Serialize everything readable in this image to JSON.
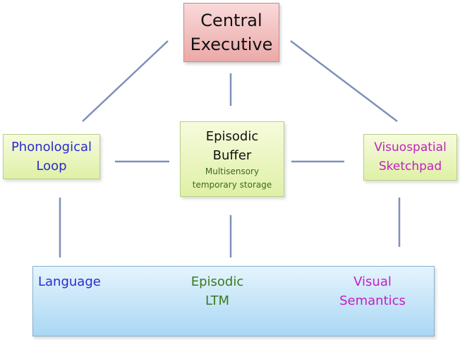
{
  "central_executive": {
    "lines": [
      "Central",
      "Executive"
    ]
  },
  "phonological_loop": {
    "lines": [
      "Phonological",
      "Loop"
    ]
  },
  "episodic_buffer": {
    "lines": [
      "Episodic",
      "Buffer"
    ],
    "sublines": [
      "Multisensory",
      "temporary storage"
    ]
  },
  "visuospatial_sketchpad": {
    "lines": [
      "Visuospatial",
      "Sketchpad"
    ]
  },
  "ltm": {
    "language": "Language",
    "episodic_ltm": [
      "Episodic",
      "LTM"
    ],
    "visual_semantics": [
      "Visual",
      "Semantics"
    ]
  },
  "colors": {
    "connector": "#7f90ba",
    "phonological_text": "#2a2ad0",
    "visuospatial_text": "#c21fc2",
    "episodic_ltm_text": "#3b7a1c"
  }
}
